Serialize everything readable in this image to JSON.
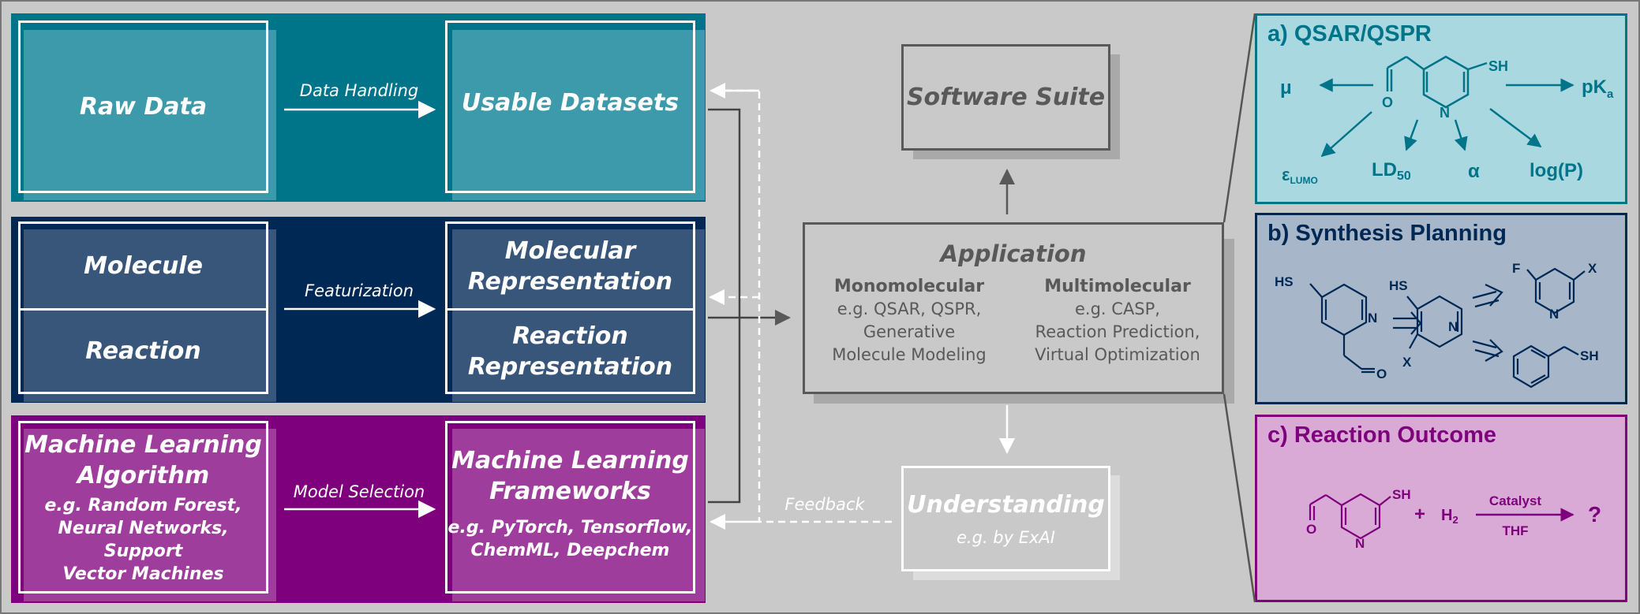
{
  "left_panel": {
    "row1": {
      "left_box": "Raw Data",
      "arrow_label": "Data Handling",
      "right_box": "Usable Datasets"
    },
    "row2": {
      "left_top": "Molecule",
      "left_bottom": "Reaction",
      "arrow_label": "Featurization",
      "right_top_line1": "Molecular",
      "right_top_line2": "Representation",
      "right_bottom_line1": "Reaction",
      "right_bottom_line2": "Representation"
    },
    "row3": {
      "left_title_line1": "Machine Learning",
      "left_title_line2": "Algorithm",
      "left_sub_line1": "e.g. Random Forest,",
      "left_sub_line2": "Neural Networks, Support",
      "left_sub_line3": "Vector Machines",
      "arrow_label": "Model Selection",
      "right_title_line1": "Machine Learning",
      "right_title_line2": "Frameworks",
      "right_sub_line1": "e.g. PyTorch, Tensorflow,",
      "right_sub_line2": "ChemML, Deepchem"
    }
  },
  "center": {
    "software_suite": "Software Suite",
    "application": {
      "title": "Application",
      "mono_title": "Monomolecular",
      "mono_line1": "e.g. QSAR, QSPR,",
      "mono_line2": "Generative",
      "mono_line3": "Molecule Modeling",
      "multi_title": "Multimolecular",
      "multi_line1": "e.g. CASP,",
      "multi_line2": "Reaction Prediction,",
      "multi_line3": "Virtual Optimization"
    },
    "understanding": {
      "title": "Understanding",
      "sub": "e.g. by ExAI"
    },
    "feedback_label": "Feedback"
  },
  "right_panels": {
    "a": {
      "title": "a) QSAR/QSPR",
      "props": {
        "mu": "μ",
        "pka": "pK",
        "pka_sub": "a",
        "eps": "ε",
        "eps_sub": "LUMO",
        "ld": "LD",
        "ld_sub": "50",
        "alpha": "α",
        "logp": "log(P)"
      },
      "atoms": {
        "sh": "SH",
        "n": "N",
        "o": "O"
      }
    },
    "b": {
      "title": "b) Synthesis Planning",
      "atoms": {
        "hs1": "HS",
        "n1": "N",
        "o1": "O",
        "hs2": "HS",
        "n2": "N",
        "x2": "X",
        "f": "F",
        "x3": "X",
        "n3": "N",
        "sh4": "SH"
      }
    },
    "c": {
      "title": "c) Reaction Outcome",
      "atoms": {
        "sh": "SH",
        "o": "O",
        "n": "N"
      },
      "plus": "+",
      "h2": "H",
      "h2_sub": "2",
      "catalyst": "Catalyst",
      "solvent": "THF",
      "question": "?"
    }
  },
  "colors": {
    "background": "#c9c9c9",
    "teal": "#007489",
    "navy": "#002854",
    "purple": "#7f007d",
    "panel_a_bg": "#a9d8e0",
    "panel_b_bg": "#a7b7c9",
    "panel_c_bg": "#d9aad6",
    "gray_text": "#595959"
  }
}
